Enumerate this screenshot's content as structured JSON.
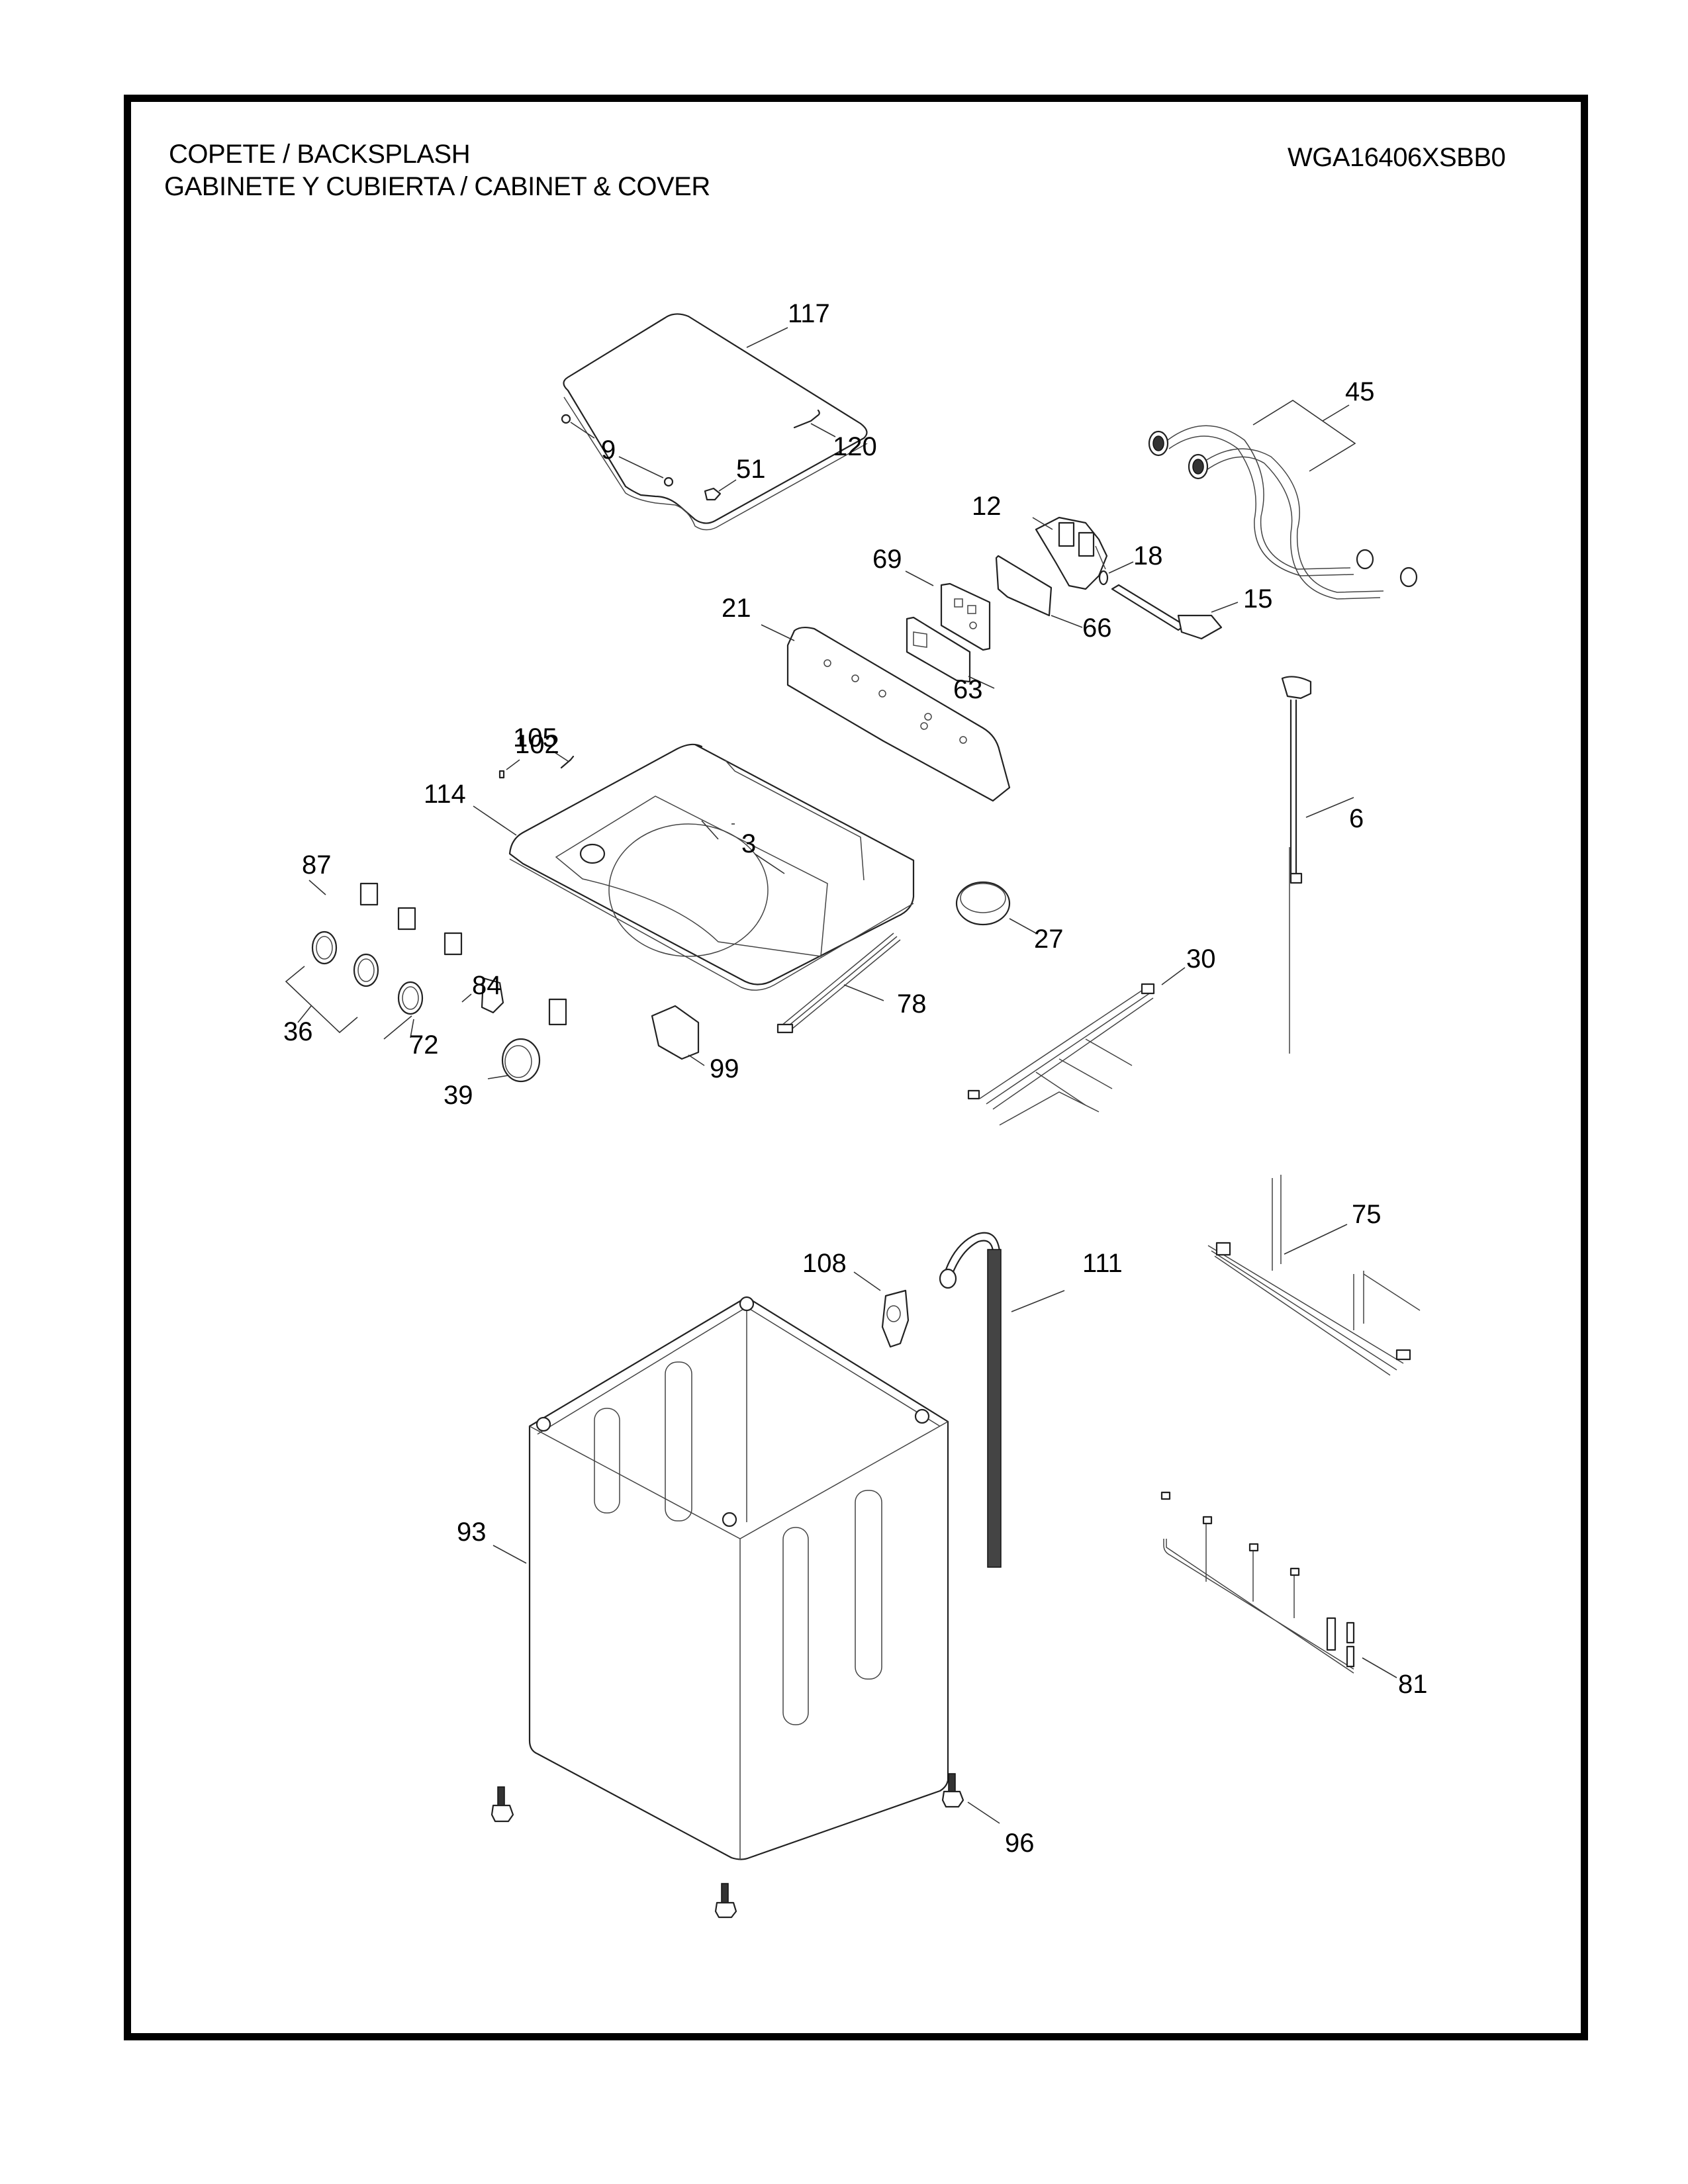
{
  "header": {
    "section_title_1": "COPETE / BACKSPLASH",
    "section_title_2": "GABINETE Y CUBIERTA / CABINET & COVER",
    "model_number": "WGA16406XSBB0"
  },
  "callouts": {
    "c117": "117",
    "c9": "9",
    "c120": "120",
    "c51": "51",
    "c45": "45",
    "c12": "12",
    "c18": "18",
    "c69": "69",
    "c15": "15",
    "c21": "21",
    "c66": "66",
    "c63": "63",
    "c105": "105",
    "c102": "102",
    "c114": "114",
    "c6": "6",
    "c3": "3",
    "c87": "87",
    "c27": "27",
    "c30": "30",
    "c84": "84",
    "c78": "78",
    "c36": "36",
    "c72": "72",
    "c99": "99",
    "c39": "39",
    "c75": "75",
    "c108": "108",
    "c111": "111",
    "c93": "93",
    "c81": "81",
    "c96": "96"
  }
}
